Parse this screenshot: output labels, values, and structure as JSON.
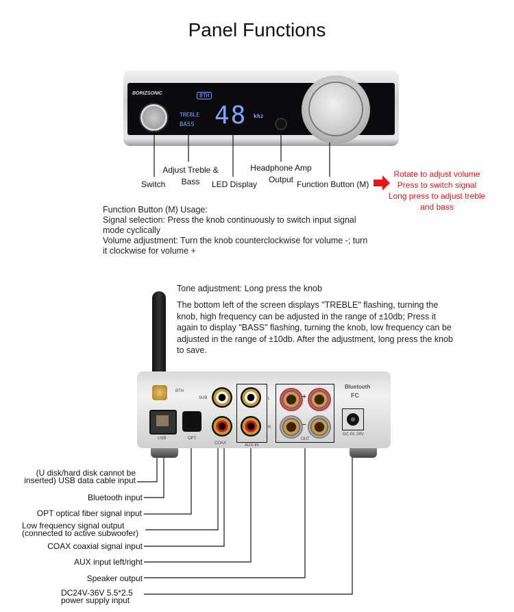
{
  "title": "Panel Functions",
  "front_panel": {
    "brand": "BORIZSONIC",
    "bt_badge": "BTH",
    "treble": "TREBLE",
    "bass": "BASS",
    "display_value": "48",
    "display_unit": "khz"
  },
  "front_labels": {
    "switch": "Switch",
    "treble_bass_line1": "Adjust Treble &",
    "treble_bass_line2": "Bass",
    "led": "LED Display",
    "headphone_line1": "Headphone Amp",
    "headphone_line2": "Output",
    "function": "Function Button (M)"
  },
  "function_notes": {
    "line1": "Rotate to adjust volume",
    "line2": "Press to switch signal",
    "line3": "Long press to adjust treble",
    "line4": "and bass",
    "arrow_color": "#e8161b"
  },
  "usage": {
    "heading": "Function Button (M) Usage:",
    "signal_line1": "Signal selection: Press the knob continuously to switch input signal",
    "signal_line2": "mode cyclically",
    "volume_line1": "Volume adjustment: Turn the knob counterclockwise for volume -; turn",
    "volume_line2": "it clockwise for volume +"
  },
  "tone": {
    "heading": "Tone adjustment: Long press the knob",
    "lines": [
      "The bottom left of the screen displays \"TREBLE\" flashing, turning the",
      "knob, high frequency can be adjusted in the range of ±10db; Press it",
      "again to display \"BASS\" flashing, turning the knob, low frequency can be",
      "adjusted in the range of ±10db. After the adjustment, long press the knob",
      "to save."
    ]
  },
  "rear_panel": {
    "bth": "BTH",
    "sub": "SUB",
    "usb": "USB",
    "opt": "OPT",
    "coax": "COAX",
    "aux": "AUX-IN",
    "l": "L",
    "r": "R",
    "plus": "+",
    "minus": "–",
    "out": "OUT",
    "bluetooth_logo": "Bluetooth",
    "fc": "FC",
    "dc": "DC-IN: 24V"
  },
  "rear_labels": {
    "usb_line1": "(U disk/hard disk cannot be",
    "usb_line2": "inserted) USB data cable input",
    "bluetooth": "Bluetooth input",
    "opt": "OPT optical fiber signal input",
    "sub_line1": "Low frequency signal output",
    "sub_line2": "(connected to active subwoofer)",
    "coax": "COAX coaxial signal input",
    "aux": "AUX input left/right",
    "speaker": "Speaker output",
    "dc_line1": "DC24V-36V 5.5*2.5",
    "dc_line2": "power supply input"
  }
}
